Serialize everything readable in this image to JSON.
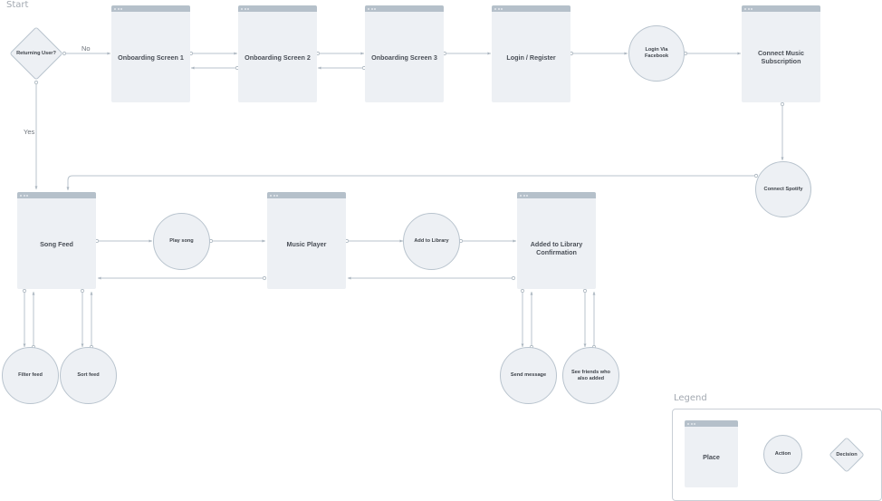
{
  "title": "Start",
  "colors": {
    "node_fill": "#edf0f4",
    "node_header": "#b5c0ca",
    "node_border": "#b9c4ce",
    "connector": "#b9c3cc",
    "text": "#4a4f57"
  },
  "decision": {
    "label": "Returning User?"
  },
  "edge_labels": {
    "no": "No",
    "yes": "Yes"
  },
  "places": {
    "onboarding1": "Onboarding Screen 1",
    "onboarding2": "Onboarding Screen 2",
    "onboarding3": "Onboarding Screen 3",
    "login": "Login / Register",
    "connect_music": "Connect Music Subscription",
    "song_feed": "Song Feed",
    "music_player": "Music Player",
    "added_confirmation": "Added to Library Confirmation"
  },
  "actions": {
    "login_facebook": "Login Via Facebook",
    "connect_spotify": "Connect Spotify",
    "play_song": "Play song",
    "add_library": "Add to Library",
    "filter_feed": "Filter feed",
    "sort_feed": "Sort feed",
    "send_message": "Send message",
    "see_friends": "See friends who also added"
  },
  "legend": {
    "title": "Legend",
    "place": "Place",
    "action": "Action",
    "decision": "Decision"
  }
}
